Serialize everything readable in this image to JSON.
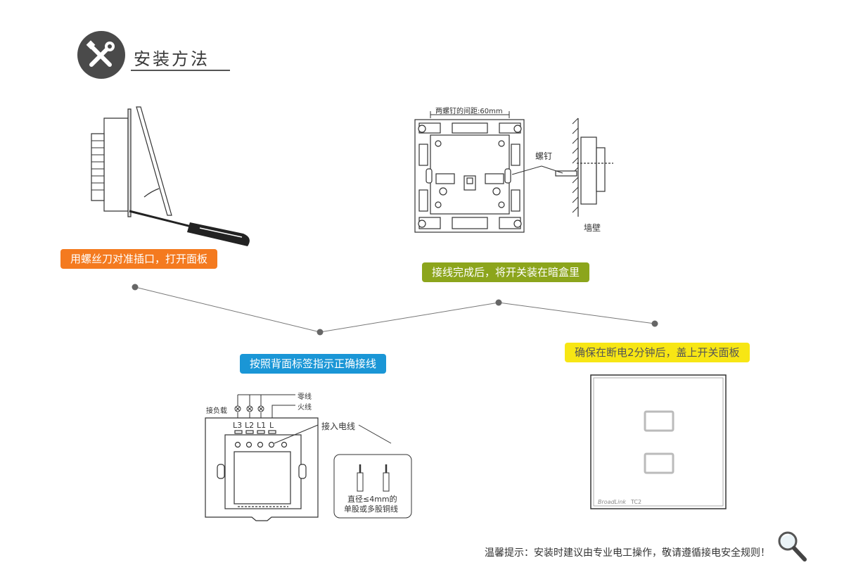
{
  "header": {
    "title": "安装方法",
    "icon": "tools-icon"
  },
  "steps": {
    "step1": {
      "label": "用螺丝刀对准插口，打开面板",
      "color": "#f47a1f"
    },
    "step2": {
      "label": "接线完成后，将开关装在暗盒里",
      "color": "#8ca51c"
    },
    "step3": {
      "label": "按照背面标签指示正确接线",
      "color": "#1a96d6"
    },
    "step4": {
      "label": "确保在断电2分钟后，盖上开关面板",
      "color": "#f7e614"
    }
  },
  "mounting": {
    "spacing_label": "两螺钉的间距:60mm",
    "screw_label": "螺钉",
    "wall_label": "墙壁"
  },
  "wiring": {
    "neutral": "零线",
    "live": "火线",
    "load": "接负载",
    "terminals": [
      "L3",
      "L2",
      "L1",
      "L"
    ],
    "input": "接入电线",
    "wire_note_1": "直径≤4mm的",
    "wire_note_2": "单股或多股铜线"
  },
  "panel": {
    "brand": "BroadLink",
    "model": "TC2"
  },
  "tip": {
    "text": "温馨提示：安装时建议由专业电工操作，敬请遵循接电安全规则！",
    "icon": "magnifier-icon"
  }
}
